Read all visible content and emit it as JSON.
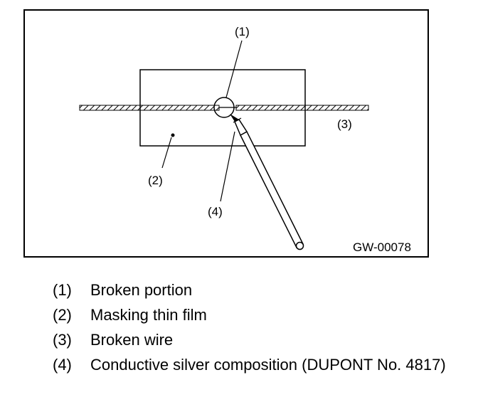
{
  "figure": {
    "callouts": [
      {
        "id": "1",
        "label": "(1)"
      },
      {
        "id": "2",
        "label": "(2)"
      },
      {
        "id": "3",
        "label": "(3)"
      },
      {
        "id": "4",
        "label": "(4)"
      }
    ],
    "code": "GW-00078"
  },
  "legend": [
    {
      "num": "(1)",
      "text": "Broken portion"
    },
    {
      "num": "(2)",
      "text": "Masking thin film"
    },
    {
      "num": "(3)",
      "text": "Broken wire"
    },
    {
      "num": "(4)",
      "text": "Conductive silver composition (DUPONT No. 4817)"
    }
  ]
}
